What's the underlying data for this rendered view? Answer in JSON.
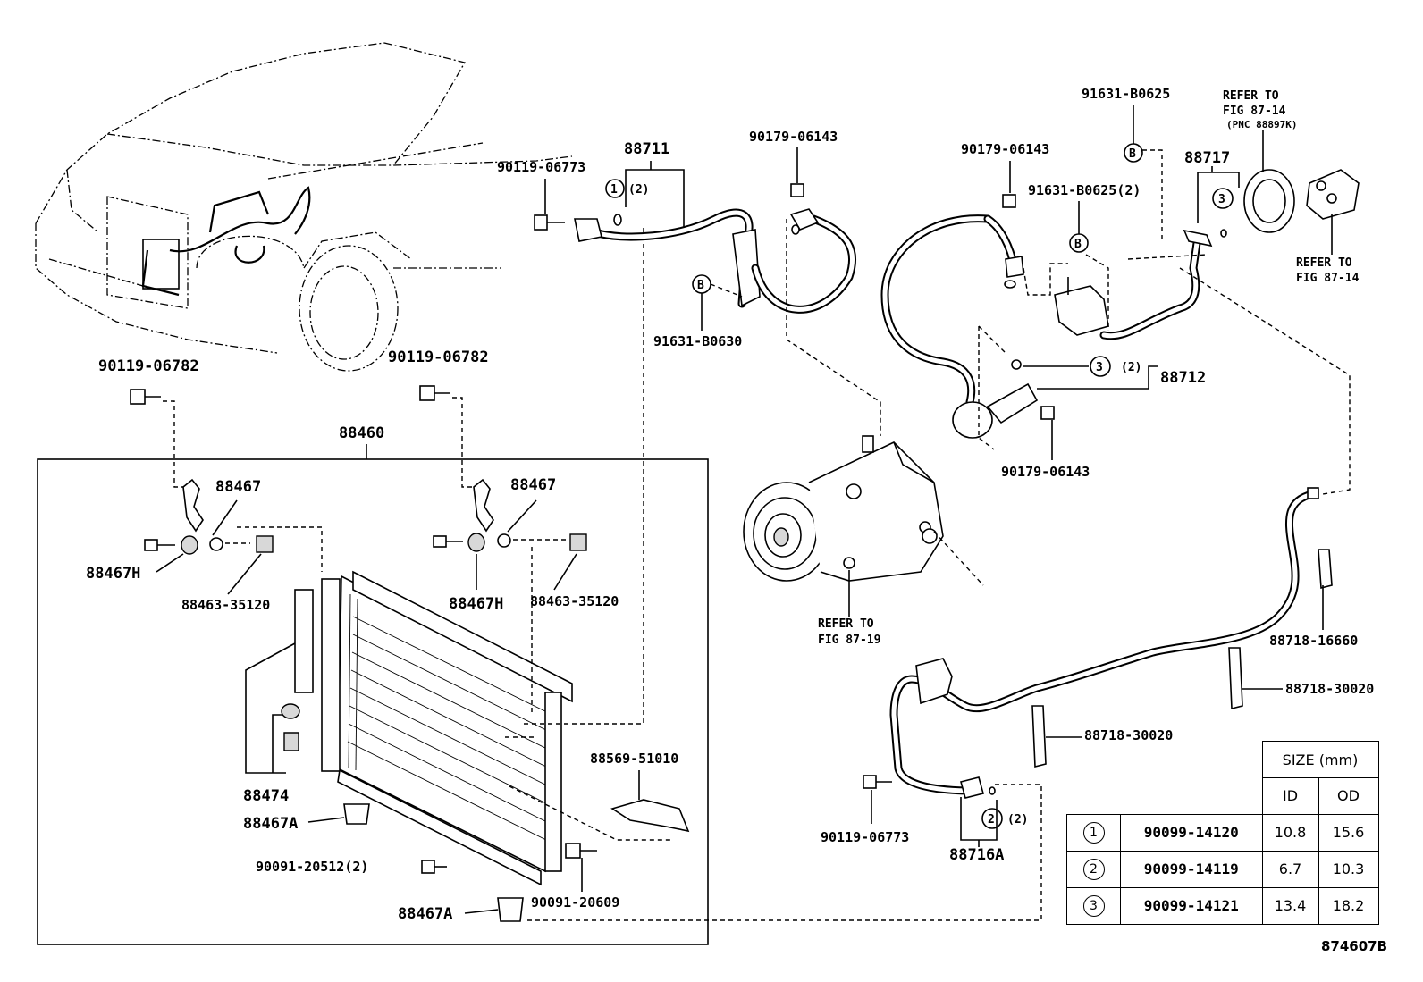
{
  "labels": {
    "p88711": "88711",
    "p90119_06773_top": "90119-06773",
    "p90179_06143_top": "90179-06143",
    "p91631_B0630": "91631-B0630",
    "p90179_06143_mid": "90179-06143",
    "p91631_B0625_top": "91631-B0625",
    "p91631_B0625_2": "91631-B0625(2)",
    "p88717": "88717",
    "refer_top_1": "REFER TO",
    "refer_top_2": "FIG 87-14",
    "refer_top_3": "(PNC 88897K)",
    "refer_right_1": "REFER TO",
    "refer_right_2": "FIG 87-14",
    "p88712": "88712",
    "p90179_06143_low": "90179-06143",
    "refer_comp_1": "REFER TO",
    "refer_comp_2": "FIG 87-19",
    "p90119_06782_left": "90119-06782",
    "p90119_06782_right": "90119-06782",
    "p88460": "88460",
    "p88467_left": "88467",
    "p88467_right": "88467",
    "p88467H_left": "88467H",
    "p88467H_right": "88467H",
    "p88463_left": "88463-35120",
    "p88463_right": "88463-35120",
    "p88474": "88474",
    "p88467A_top": "88467A",
    "p88467A_bottom": "88467A",
    "p90091_20512": "90091-20512(2)",
    "p90091_20609": "90091-20609",
    "p88569": "88569-51010",
    "p88718_16660": "88718-16660",
    "p88718_30020_right": "88718-30020",
    "p88718_30020_mid": "88718-30020",
    "p90119_06773_low": "90119-06773",
    "p88716A": "88716A",
    "circ1": "1",
    "circ1_qty": "(2)",
    "circ2": "2",
    "circ2_qty": "(2)",
    "circ3a": "3",
    "circ3b": "3",
    "circ3b_qty": "(2)",
    "bolt_B1": "B",
    "bolt_B2": "B",
    "bolt_B3": "B",
    "figure_number": "874607B"
  },
  "size_table": {
    "header": "SIZE (mm)",
    "col_id": "ID",
    "col_od": "OD",
    "rows": [
      {
        "mark": "1",
        "part": "90099-14120",
        "id": "10.8",
        "od": "15.6"
      },
      {
        "mark": "2",
        "part": "90099-14119",
        "id": "6.7",
        "od": "10.3"
      },
      {
        "mark": "3",
        "part": "90099-14121",
        "id": "13.4",
        "od": "18.2"
      }
    ]
  }
}
